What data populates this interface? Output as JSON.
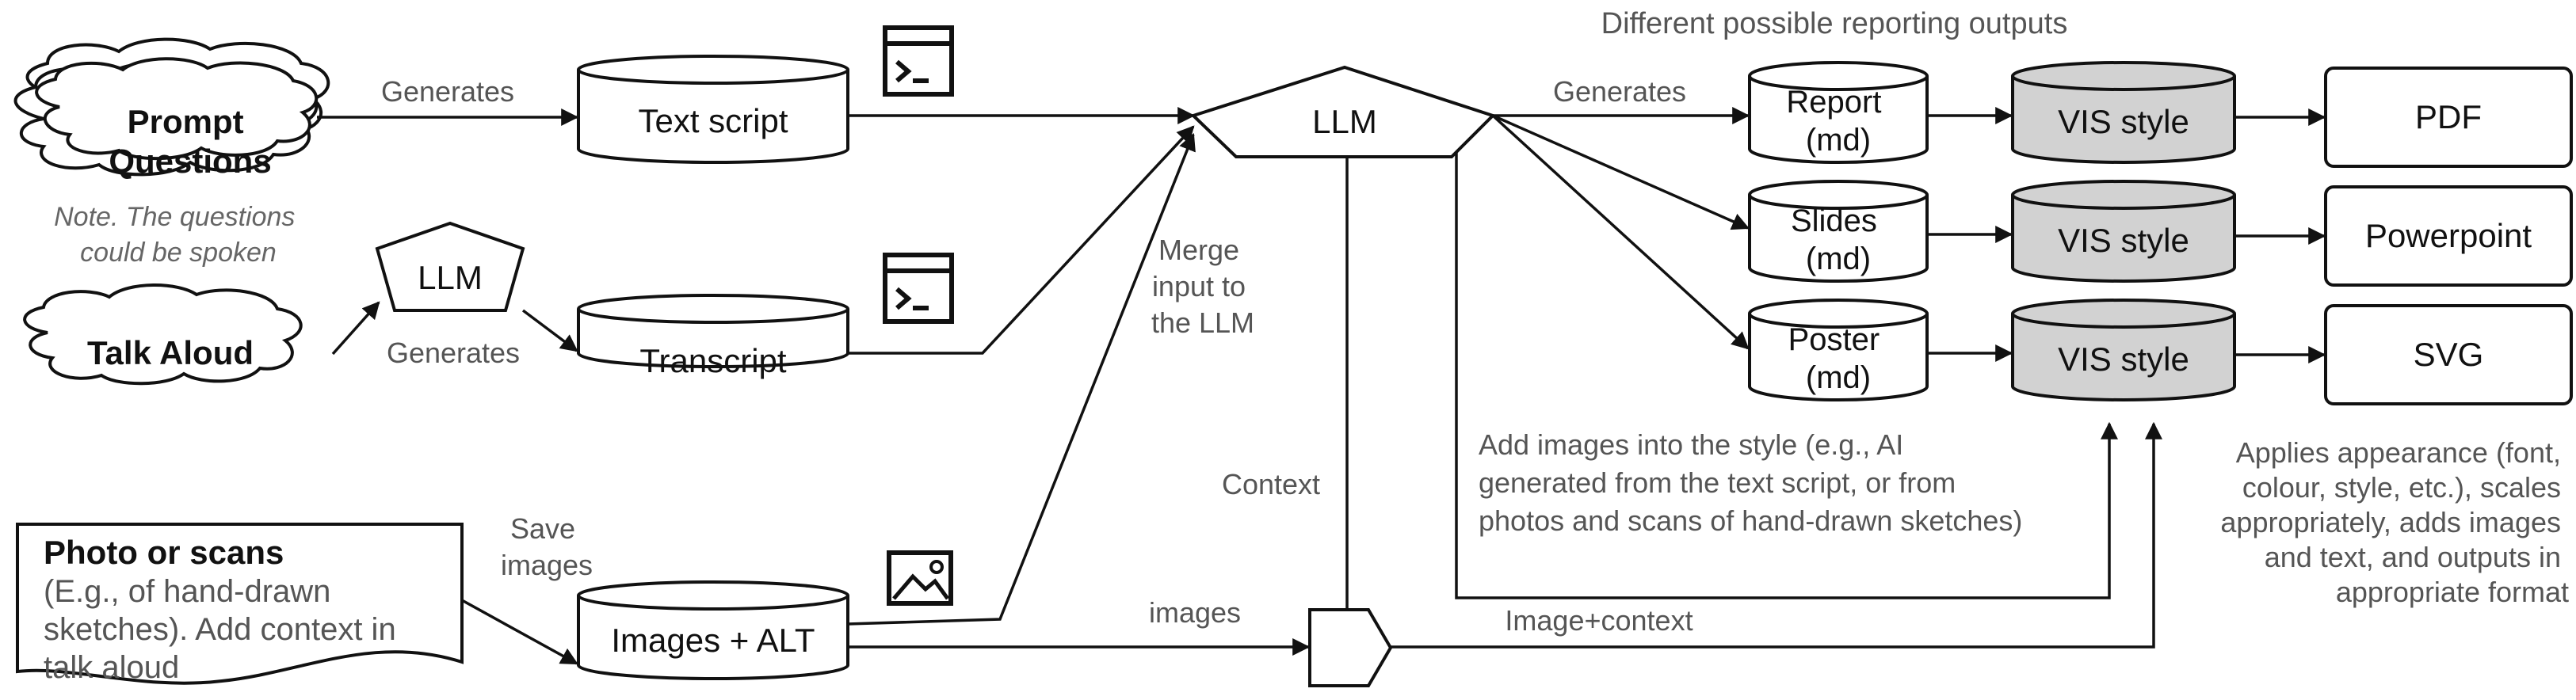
{
  "diagram": {
    "header": "Different possible reporting outputs",
    "nodes": {
      "prompt_questions": [
        "Prompt",
        "Questions"
      ],
      "prompt_note": [
        "Note. The questions",
        "could be spoken"
      ],
      "talk_aloud": "Talk Aloud",
      "llm_small": "LLM",
      "text_script": "Text script",
      "transcript": "Transcript",
      "photo_title": "Photo or scans",
      "photo_body": [
        "(E.g., of hand-drawn",
        "sketches). Add context in",
        "talk aloud"
      ],
      "images_alt": "Images + ALT",
      "llm_main": "LLM",
      "report": [
        "Report",
        "(md)"
      ],
      "slides": [
        "Slides",
        "(md)"
      ],
      "poster": [
        "Poster",
        "(md)"
      ],
      "vis_style": "VIS style",
      "pdf": "PDF",
      "powerpoint": "Powerpoint",
      "svg": "SVG"
    },
    "edge_labels": {
      "generates_1": "Generates",
      "generates_2": "Generates",
      "generates_3": "Generates",
      "merge": [
        "Merge",
        "input to",
        "the LLM"
      ],
      "save_images": [
        "Save",
        "images"
      ],
      "context": "Context",
      "images": "images",
      "image_context": "Image+context",
      "add_images": [
        "Add images into the style (e.g., AI",
        "generated from the text script, or from",
        "photos and scans of hand-drawn sketches)"
      ],
      "applies": [
        "Applies appearance (font,",
        "colour, style, etc.), scales",
        "appropriately, adds images",
        "and text, and outputs in",
        "appropriate format"
      ]
    },
    "icons": [
      "terminal-icon",
      "terminal-icon",
      "image-icon"
    ],
    "colors": {
      "stroke": "#111111",
      "vis_fill": "#d2d2d2",
      "label_gray": "#555555"
    }
  }
}
